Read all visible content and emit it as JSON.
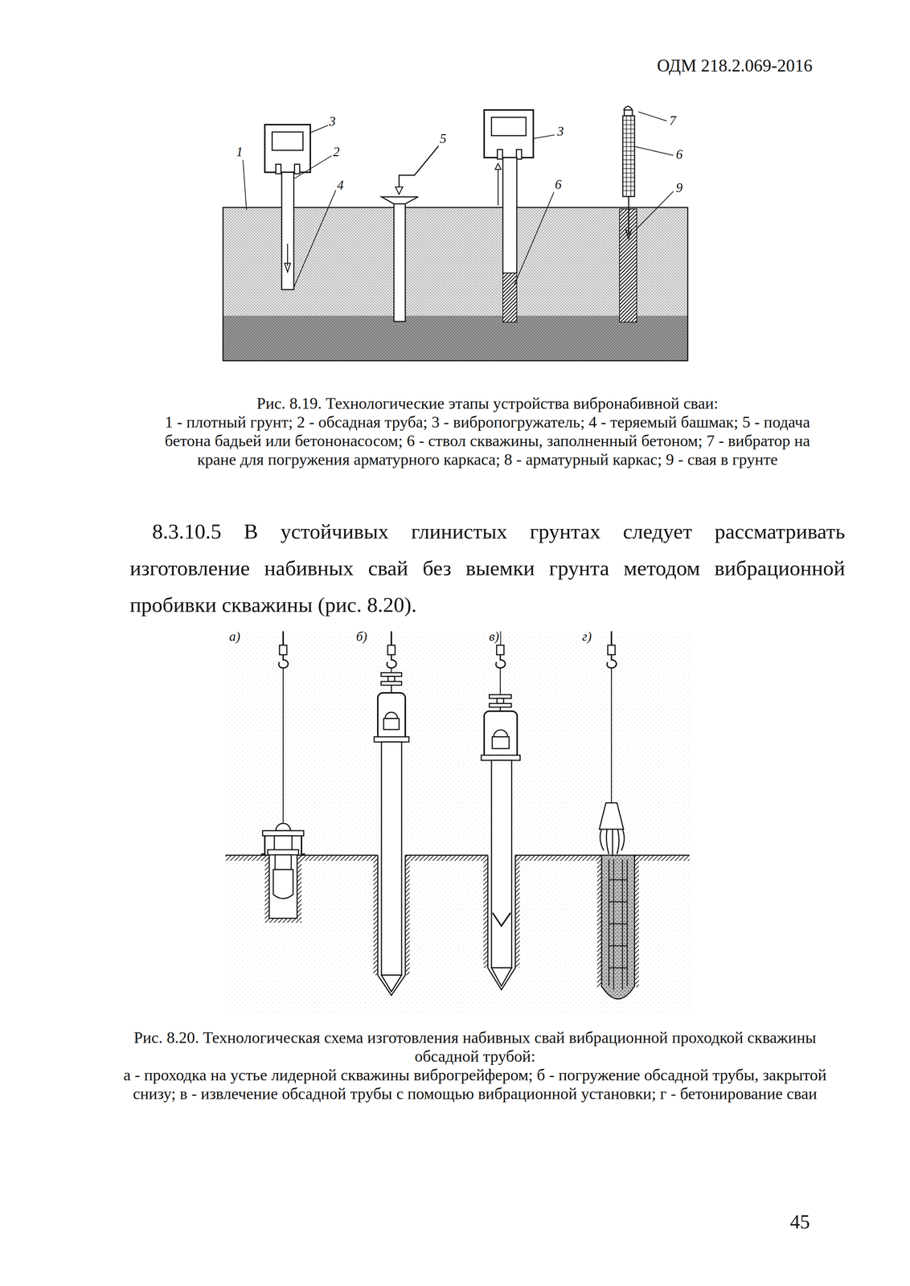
{
  "diagram": {
    "labels": [
      "ОДМ 218.2.069-2016",
      "1",
      "3",
      "2",
      "4",
      "5",
      "3",
      "6",
      "7",
      "6",
      "9",
      "Рис. 8.19. Технологические этапы устройства вибронабивной сваи:",
      "1 - плотный грунт; 2 - обсадная труба; 3 - вибропогружатель; 4 - теряемый башмак; 5 - подача бетона бадьей или бетононасосом; 6 - ствол скважины, заполненный бетоном; 7 - вибратор на кране для погружения арматурного каркаса; 8 - арматурный каркас; 9 - свая в грунте",
      "8.3.10.5 В устойчивых глинистых грунтах следует рассматривать изготовление набивных свай без выемки грунта методом вибрационной пробивки скважины (рис. 8.20).",
      "а)",
      "б)",
      "в)",
      "г)",
      "Рис. 8.20. Технологическая схема изготовления набивных свай вибрационной проходкой скважины обсадной трубой:",
      "а - проходка на устье лидерной скважины виброгрейфером; б - погружение обсадной трубы, закрытой снизу; в - извлечение обсадной трубы с помощью вибрационной установки; г - бетонирование сваи",
      "45"
    ]
  }
}
